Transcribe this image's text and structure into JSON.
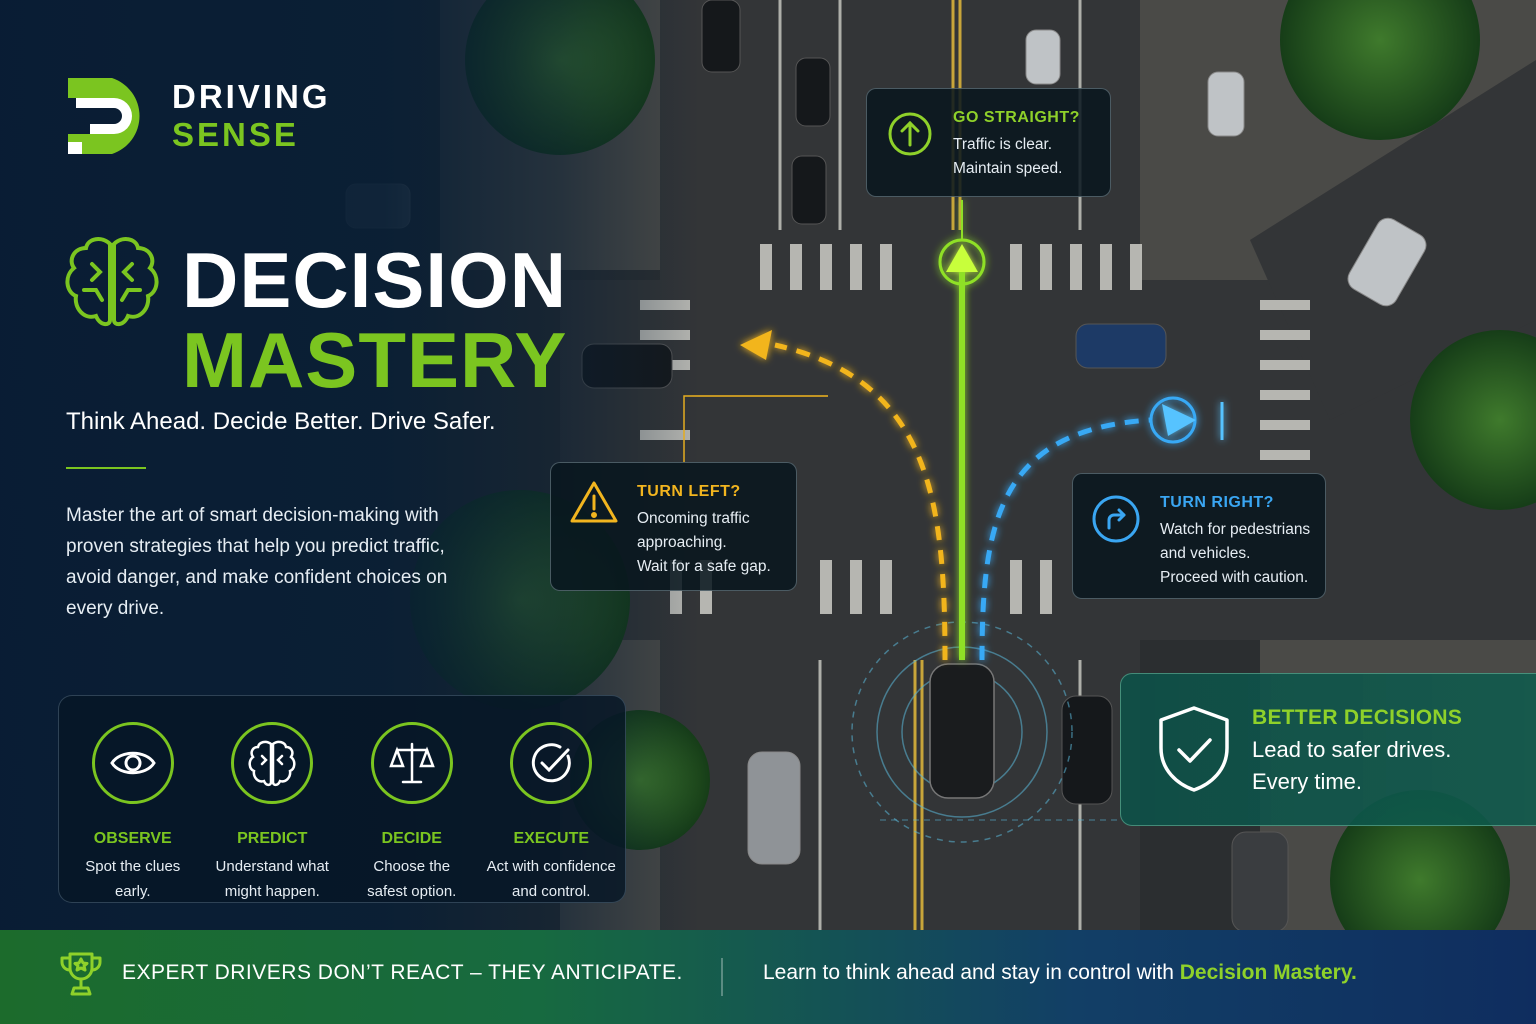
{
  "brand": {
    "line1": "DRIVING",
    "line2": "SENSE",
    "green": "#7bc520"
  },
  "hero": {
    "title_line1": "DECISION",
    "title_line2": "MASTERY",
    "tagline": "Think Ahead. Decide Better. Drive Safer.",
    "intro": "Master the art of smart decision-making with proven strategies that help you predict traffic, avoid danger, and make confident choices on every drive."
  },
  "steps": [
    {
      "icon": "eye-icon",
      "title": "OBSERVE",
      "desc_line1": "Spot the clues",
      "desc_line2": "early."
    },
    {
      "icon": "brain-icon",
      "title": "PREDICT",
      "desc_line1": "Understand what",
      "desc_line2": "might happen."
    },
    {
      "icon": "scales-icon",
      "title": "DECIDE",
      "desc_line1": "Choose the",
      "desc_line2": "safest option."
    },
    {
      "icon": "check-circle-icon",
      "title": "EXECUTE",
      "desc_line1": "Act with confidence",
      "desc_line2": "and control."
    }
  ],
  "callouts": {
    "straight": {
      "title": "GO STRAIGHT?",
      "line1": "Traffic is clear.",
      "line2": "Maintain speed.",
      "color": "#8fd12a"
    },
    "left": {
      "title": "TURN LEFT?",
      "line1": "Oncoming traffic",
      "line2": "approaching.",
      "line3": "Wait for a safe gap.",
      "color": "#f2b51f"
    },
    "right": {
      "title": "TURN RIGHT?",
      "line1": "Watch for pedestrians",
      "line2": "and vehicles.",
      "line3": "Proceed with caution.",
      "color": "#3aa6f2"
    }
  },
  "better": {
    "title": "BETTER DECISIONS",
    "line1": "Lead to safer drives.",
    "line2": "Every time."
  },
  "footer": {
    "left": "EXPERT DRIVERS DON’T REACT – THEY ANTICIPATE.",
    "right_prefix": "Learn to think ahead and stay in control with ",
    "right_highlight": "Decision Mastery."
  }
}
